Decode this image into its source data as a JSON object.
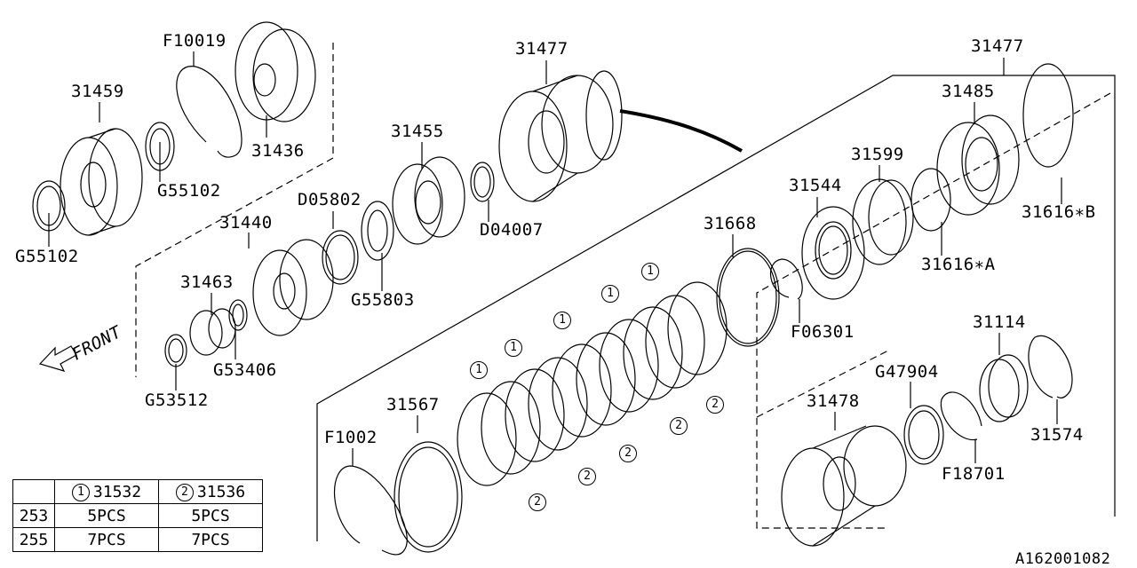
{
  "labels": {
    "f10019": "F10019",
    "p31459": "31459",
    "p31436": "31436",
    "g55102a": "G55102",
    "g55102b": "G55102",
    "p31477a": "31477",
    "p31477b": "31477",
    "p31455": "31455",
    "d05802": "D05802",
    "p31440": "31440",
    "d04007": "D04007",
    "p31485": "31485",
    "p31599": "31599",
    "p31544": "31544",
    "p31668": "31668",
    "p31616b": "31616∗B",
    "p31616a": "31616∗A",
    "p31463": "31463",
    "g55803": "G55803",
    "f06301": "F06301",
    "front": "FRONT",
    "g53406": "G53406",
    "g53512": "G53512",
    "p31567": "31567",
    "f1002": "F1002",
    "g47904": "G47904",
    "p31114": "31114",
    "p31478": "31478",
    "p31574": "31574",
    "f18701": "F18701",
    "diagram_id": "A162001082"
  },
  "callouts": {
    "one": "1",
    "two": "2"
  },
  "table": {
    "headers": [
      {
        "mark": "1",
        "part": "31532"
      },
      {
        "mark": "2",
        "part": "31536"
      }
    ],
    "rows": [
      {
        "code": "253",
        "c1": "5PCS",
        "c2": "5PCS"
      },
      {
        "code": "255",
        "c1": "7PCS",
        "c2": "7PCS"
      }
    ]
  }
}
